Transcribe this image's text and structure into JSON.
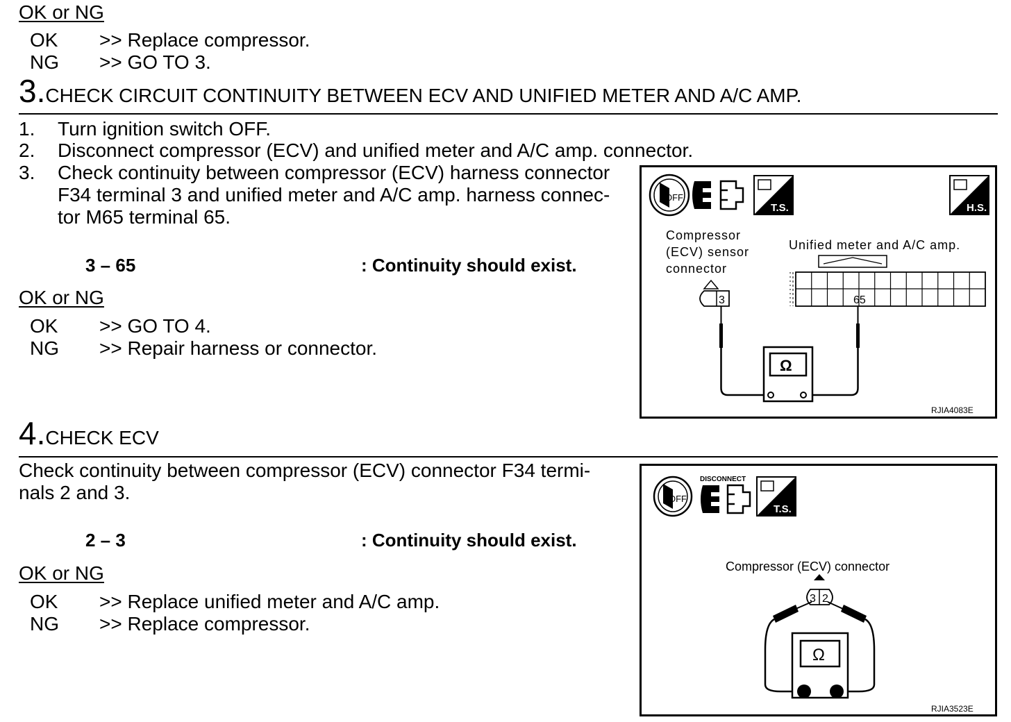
{
  "sec2_result": {
    "heading": "OK or NG",
    "ok_label": "OK",
    "ok_action": ">> Replace compressor.",
    "ng_label": "NG",
    "ng_action": ">> GO TO 3."
  },
  "step3": {
    "number": "3.",
    "title": "CHECK CIRCUIT CONTINUITY BETWEEN ECV AND UNIFIED METER AND A/C AMP.",
    "items": [
      {
        "num": "1.",
        "text": "Turn ignition switch OFF."
      },
      {
        "num": "2.",
        "text": "Disconnect compressor (ECV) and unified meter and A/C amp. connector."
      },
      {
        "num": "3.",
        "lines": [
          "Check continuity between compressor (ECV) harness connector",
          "F34 terminal 3 and unified meter and A/C amp. harness connec-",
          "tor M65 terminal 65."
        ]
      }
    ],
    "spec_terminals": "3 – 65",
    "spec_result": ": Continuity should exist.",
    "result": {
      "heading": "OK or NG",
      "ok_label": "OK",
      "ok_action": ">> GO TO 4.",
      "ng_label": "NG",
      "ng_action": ">> Repair harness or connector."
    },
    "figure": {
      "left_label": [
        "Compressor",
        "(ECV) sensor",
        "connector"
      ],
      "right_label": "Unified meter and A/C amp.",
      "left_terminal": "3",
      "right_terminal": "65",
      "off_text": "OFF",
      "ts_text": "T.S.",
      "hs_text": "H.S.",
      "ohm": "Ω",
      "code": "RJIA4083E",
      "icons": [
        "ignition-key-icon",
        "connector-disconnect-icon",
        "test-harness-icon",
        "harness-selector-icon",
        "ohmmeter-icon"
      ]
    }
  },
  "step4": {
    "number": "4.",
    "title": "CHECK ECV",
    "body": "Check continuity between compressor (ECV) connector F34 terminals 2 and 3.",
    "body_lines": [
      "Check continuity between compressor (ECV) connector F34 termi-",
      "nals 2 and 3."
    ],
    "spec_terminals": "2 – 3",
    "spec_result": ": Continuity should exist.",
    "result": {
      "heading": "OK or NG",
      "ok_label": "OK",
      "ok_action": ">> Replace unified meter and A/C amp.",
      "ng_label": "NG",
      "ng_action": ">> Replace compressor."
    },
    "figure": {
      "disconnect_text": "DISCONNECT",
      "connector_label": "Compressor (ECV) connector",
      "terminal_a": "3",
      "terminal_b": "2",
      "off_text": "OFF",
      "ts_text": "T.S.",
      "ohm": "Ω",
      "code": "RJIA3523E"
    }
  }
}
